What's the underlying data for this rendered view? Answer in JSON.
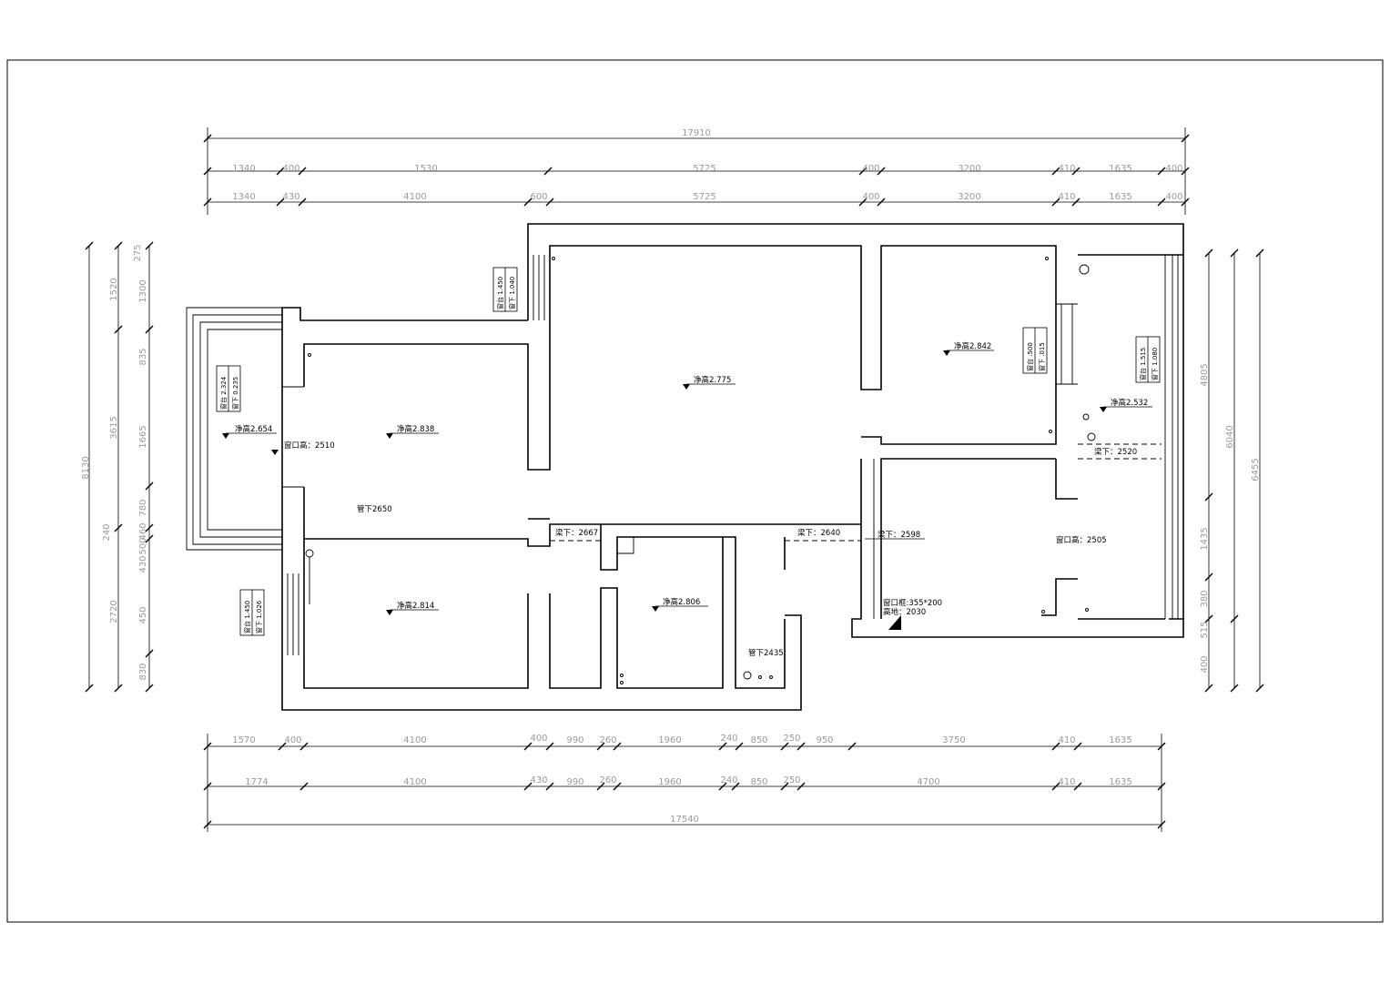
{
  "dimensions": {
    "top_total": "17910",
    "top_row1": [
      "1340",
      "400",
      "1530",
      "5725",
      "400",
      "3200",
      "410",
      "1635",
      "400"
    ],
    "top_row2": [
      "1340",
      "430",
      "4100",
      "600",
      "5725",
      "400",
      "3200",
      "410",
      "1635",
      "400"
    ],
    "bottom_row1": [
      "1570",
      "400",
      "4100",
      "400",
      "990",
      "260",
      "1960",
      "240",
      "850",
      "250",
      "950",
      "3750",
      "410",
      "1635"
    ],
    "bottom_row2": [
      "1774",
      "4100",
      "430",
      "990",
      "260",
      "1960",
      "240",
      "850",
      "250",
      "4700",
      "410",
      "1635"
    ],
    "bottom_total": "17540",
    "left_outer": "8130",
    "left_mid": [
      "1520",
      "3615",
      "240",
      "2720"
    ],
    "left_inner": [
      "275",
      "1300",
      "835",
      "1665",
      "780",
      "460",
      "500",
      "430",
      "450",
      "830"
    ],
    "right_inner": [
      "4805",
      "1435",
      "380",
      "515",
      "400"
    ],
    "right_mid": "6040",
    "right_outer": "6455"
  },
  "room_labels": {
    "balcony_left": "净高2.654",
    "bedroom_upper_left": "净高2.838",
    "living_room": "净高2.775",
    "bedroom_upper_right": "净高2.842",
    "corridor_right": "净高2.532",
    "bedroom_lower_left": "净高2.814",
    "bathroom": "净高2.806",
    "kitchen_pipe": "管下2435",
    "pipe_bottom": "管下2650",
    "door_left": "窗口高：2510",
    "door_right": "窗口高：2505",
    "window_frame_1": "窗口框:355*200",
    "window_frame_2": "高地：2030"
  },
  "beam_labels": {
    "beam_1": "梁下：2667",
    "beam_2": "梁下：2640",
    "beam_3": "梁下：2598",
    "beam_4": "梁下：2520"
  },
  "window_boxes": {
    "box_a": [
      "窗台 1.450",
      "窗下 1.040"
    ],
    "box_b": [
      "窗台 2.324",
      "窗下 0.235"
    ],
    "box_c": [
      "窗台 .500",
      "窗下 .015"
    ],
    "box_d": [
      "窗台 1.515",
      "窗下 1.080"
    ],
    "box_e": [
      "窗台 1.450",
      "窗下 1.026"
    ]
  }
}
